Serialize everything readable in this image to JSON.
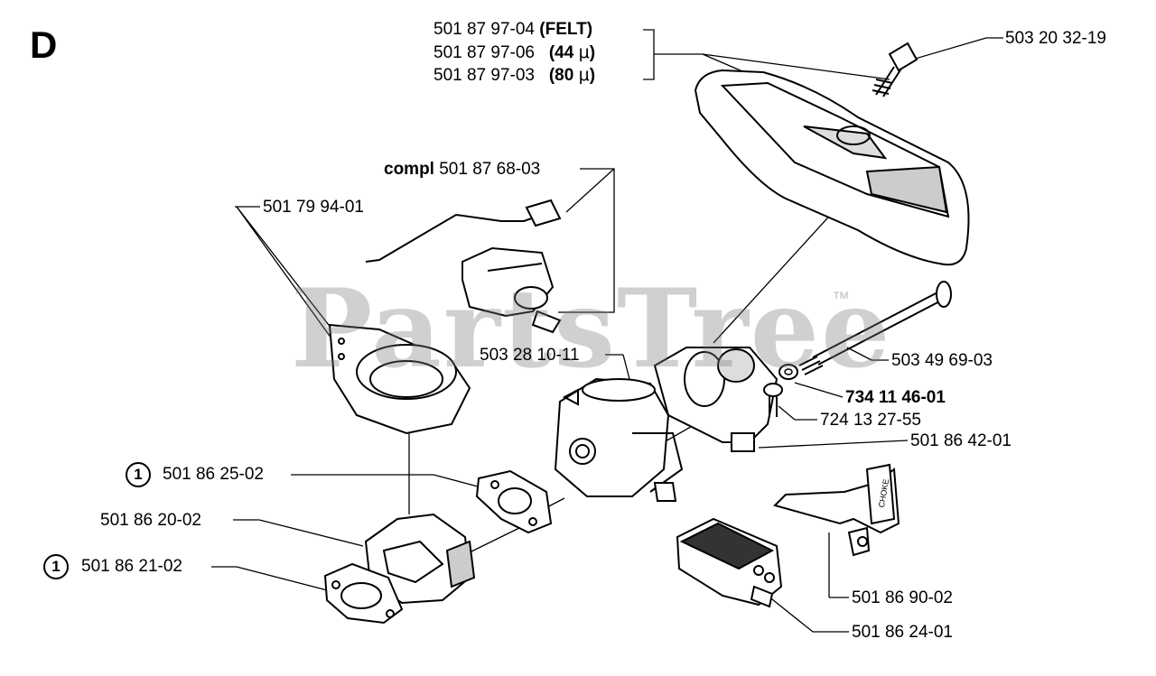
{
  "section": "D",
  "watermark": "PartsTree",
  "watermark_tm": "™",
  "labels": {
    "felt": {
      "part": "501 87 97-04",
      "note": "(FELT)"
    },
    "mesh44": {
      "part": "501 87 97-06",
      "note_open": "(",
      "note_value": "44",
      "note_unit": "μ",
      "note_close": ")"
    },
    "mesh80": {
      "part": "501 87 97-03",
      "note_open": "(",
      "note_value": "80",
      "note_unit": "μ",
      "note_close": ")"
    },
    "screw_top": "503 20 32-19",
    "choke_rod": {
      "prefix": "compl",
      "part": "501 87 68-03"
    },
    "gasket_plate": "501 79 94-01",
    "carburetor": "503 28 10-11",
    "long_bolt": "503 49 69-03",
    "washer": "734 11 46-01",
    "small_screw": "724 13 27-55",
    "carb_holder": "501 86 42-01",
    "gasket_small": {
      "marker": "1",
      "part": "501 86 25-02"
    },
    "intake_elbow": "501 86 20-02",
    "gasket_flange": {
      "marker": "1",
      "part": "501 86 21-02"
    },
    "choke_lever": "501 86 90-02",
    "filter_block": "501 86 24-01"
  },
  "choke_text": "CHOKE"
}
